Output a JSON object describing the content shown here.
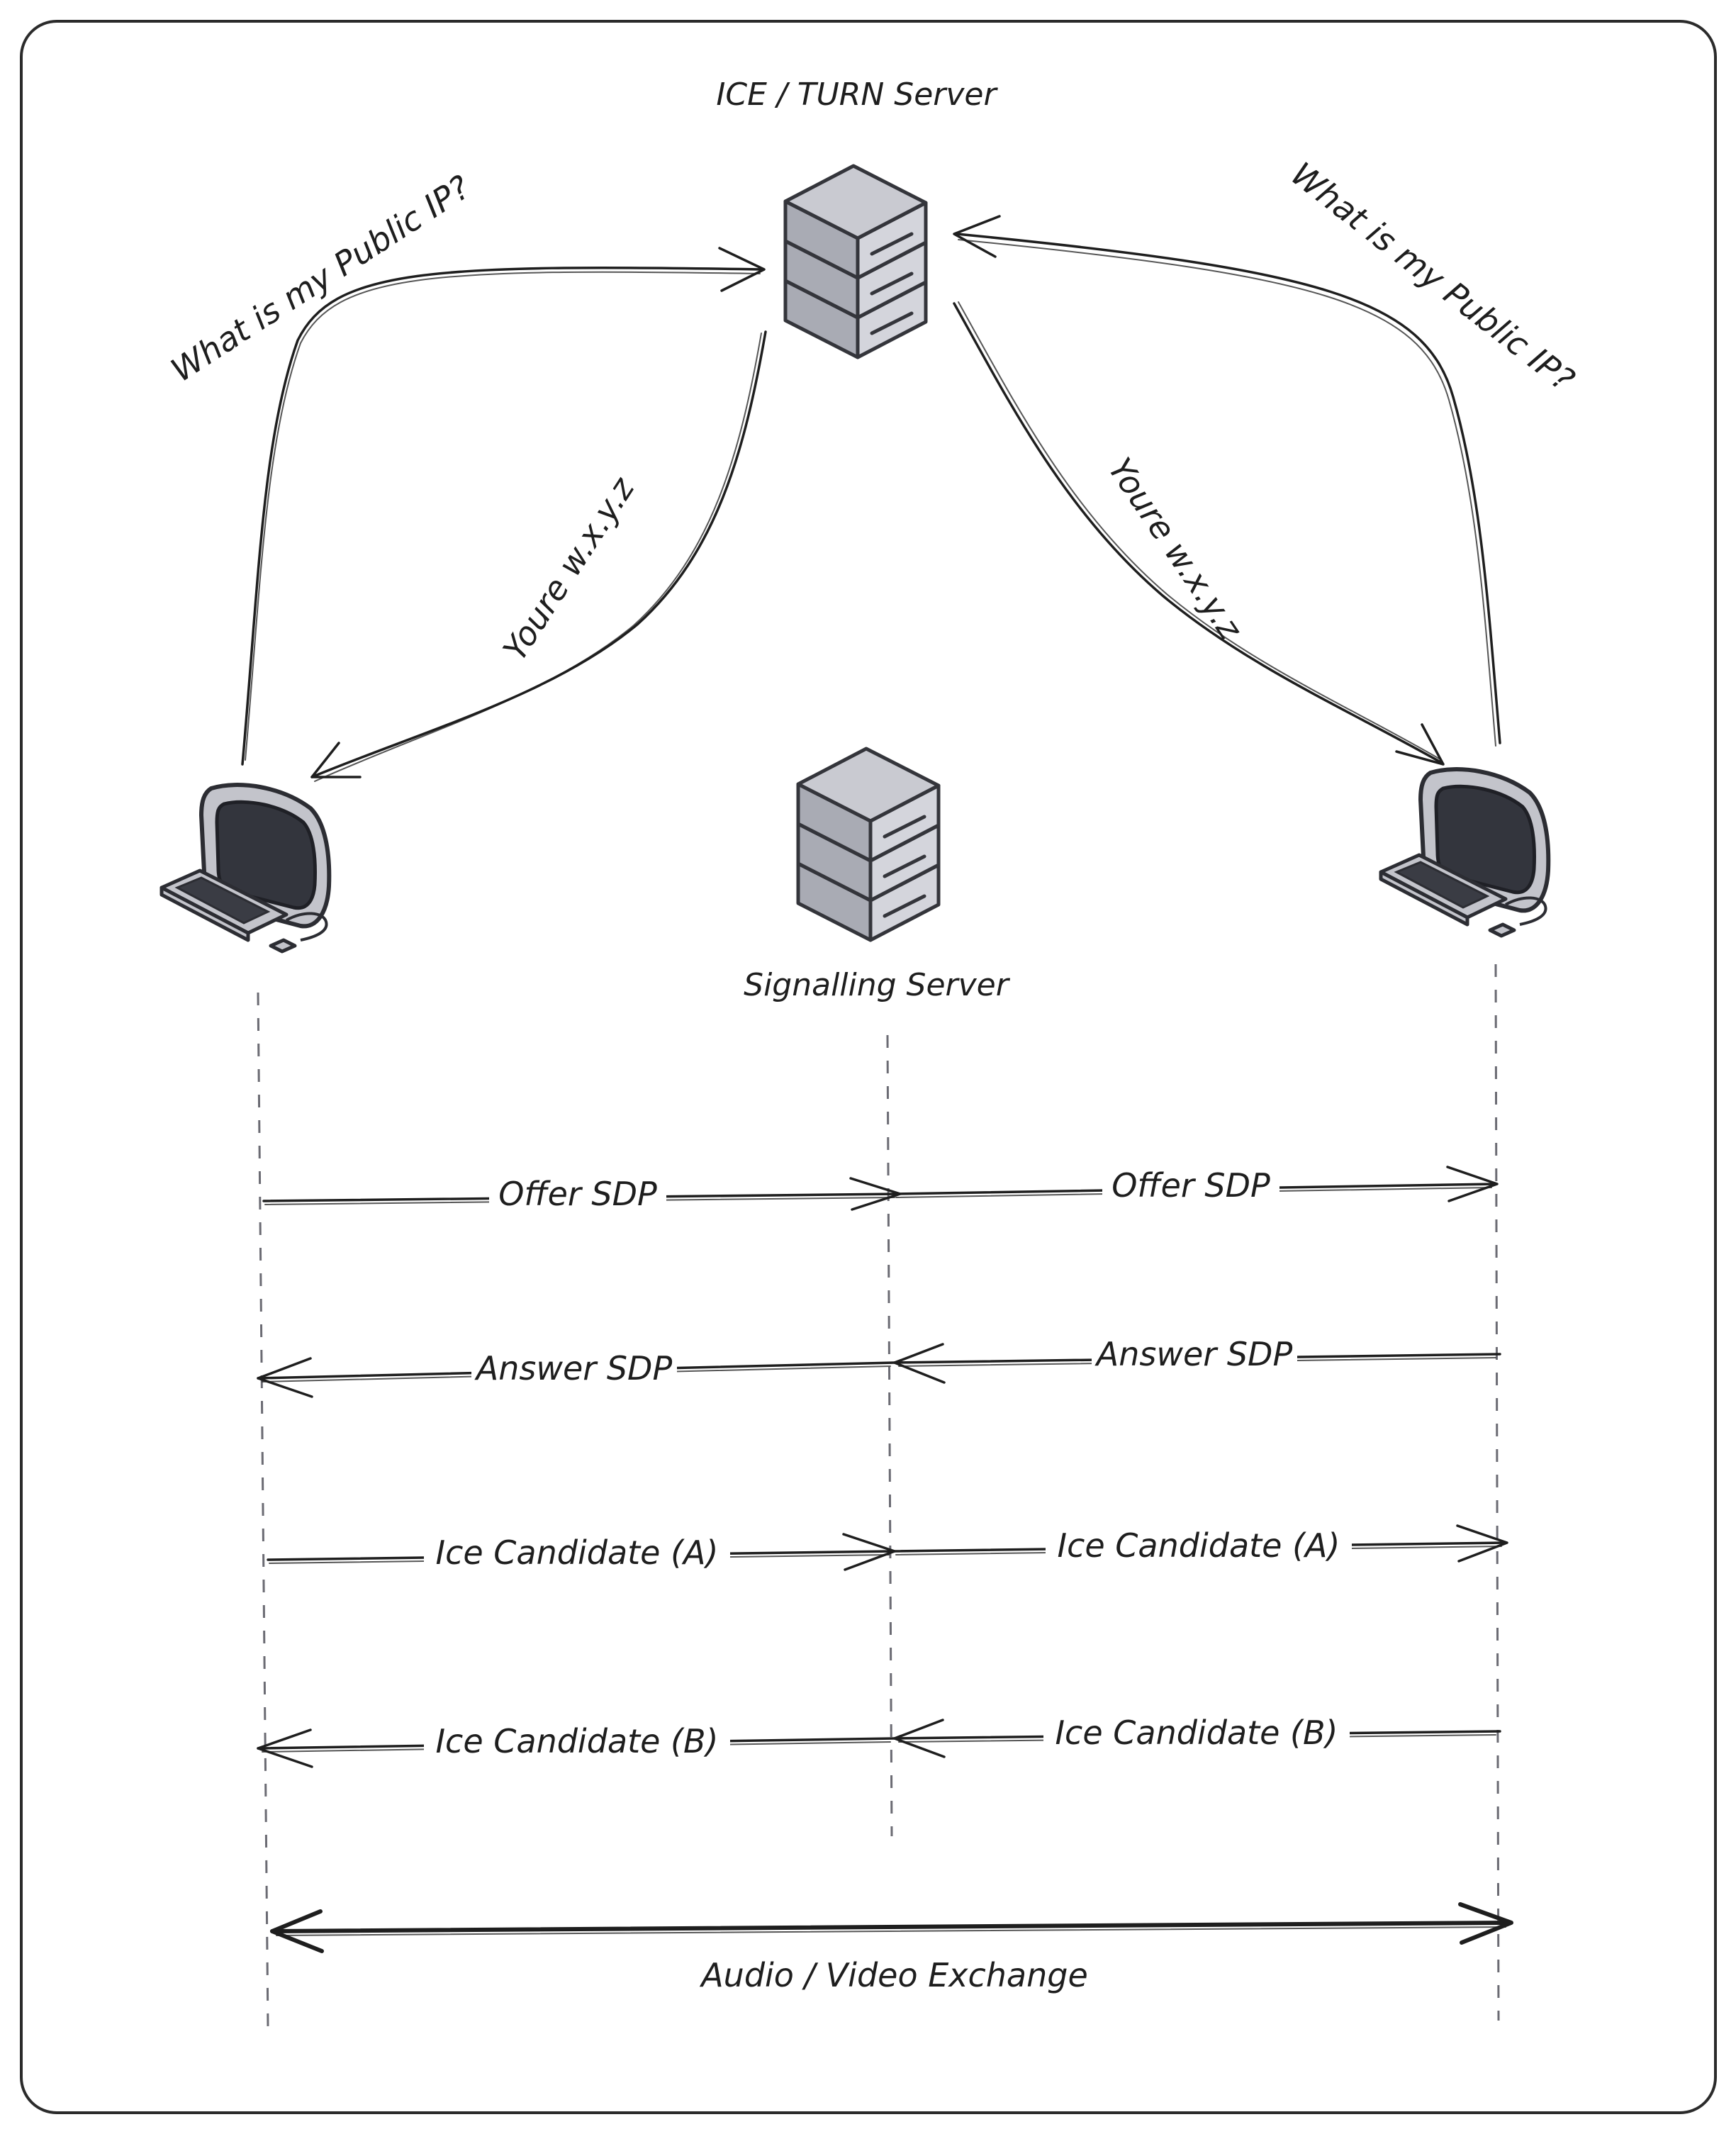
{
  "labels": {
    "ice_server": "ICE / TURN Server",
    "signalling_server": "Signalling Server",
    "left_query": "What is my Public IP?",
    "right_query": "What is my Public IP?",
    "left_reply": "Youre w.x.y.z",
    "right_reply": "Youre w.x.y.z",
    "offer_left": "Offer SDP",
    "offer_right": "Offer SDP",
    "answer_left": "Answer SDP",
    "answer_right": "Answer SDP",
    "ice_a_left": "Ice Candidate (A)",
    "ice_a_right": "Ice Candidate (A)",
    "ice_b_left": "Ice Candidate (B)",
    "ice_b_right": "Ice Candidate (B)",
    "exchange": "Audio / Video Exchange"
  },
  "icons": {
    "ice_server": "server-stack-icon",
    "signalling_server": "server-stack-icon",
    "left_client": "computer-icon",
    "right_client": "computer-icon"
  },
  "colors": {
    "stroke": "#1e1e1e",
    "lifeline": "#6b6b73",
    "server_fill": "#c9cad1",
    "screen_fill": "#33353d"
  }
}
